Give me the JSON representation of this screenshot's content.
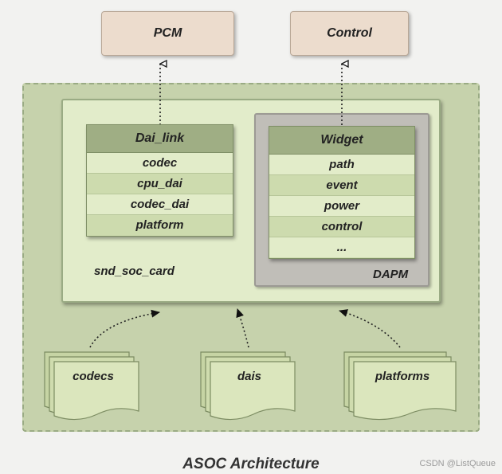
{
  "top": {
    "pcm": "PCM",
    "control": "Control"
  },
  "dai_link": {
    "title": "Dai_link",
    "fields": [
      "codec",
      "cpu_dai",
      "codec_dai",
      "platform"
    ]
  },
  "widget": {
    "title": "Widget",
    "fields": [
      "path",
      "event",
      "power",
      "control",
      "..."
    ]
  },
  "labels": {
    "card": "snd_soc_card",
    "dapm": "DAPM"
  },
  "sources": {
    "codecs": "codecs",
    "dais": "dais",
    "platforms": "platforms"
  },
  "caption": "ASOC  Architecture",
  "watermark": "CSDN @ListQueue"
}
